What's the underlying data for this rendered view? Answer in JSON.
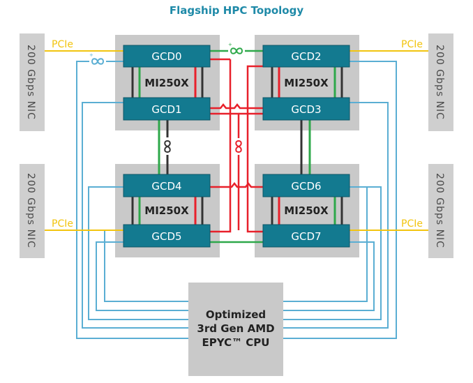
{
  "title": "Flagship HPC Topology",
  "nic_label": "200 Gbps NIC",
  "pcie_label": "PCIe",
  "module_label": "MI250X",
  "gcds": [
    "GCD0",
    "GCD1",
    "GCD2",
    "GCD3",
    "GCD4",
    "GCD5",
    "GCD6",
    "GCD7"
  ],
  "cpu": {
    "line1": "Optimized",
    "line2": "3rd Gen AMD",
    "line3": "EPYC™ CPU"
  },
  "colors": {
    "gcd_fill": "#137a90",
    "module_bg": "#c9c9c9",
    "nic_bg": "#cfcfcf",
    "cpu_bg": "#c9c9c9",
    "link_blue": "#5aaed3",
    "link_red": "#e8202a",
    "link_green": "#2ea84a",
    "link_black": "#333333",
    "link_yellow": "#f2c40f",
    "title": "#1f8aa8"
  },
  "icons": [
    "infinity-fabric-icon"
  ]
}
